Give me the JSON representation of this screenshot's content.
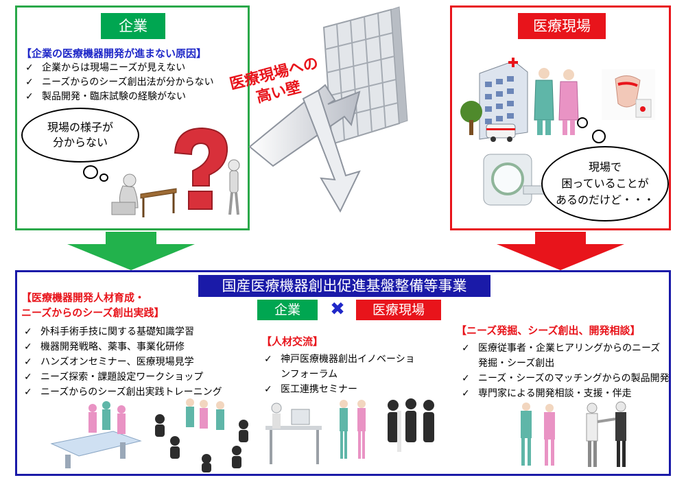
{
  "left_box": {
    "tag": "企業",
    "heading": "【企業の医療機器開発が進まない原因】",
    "items": [
      "企業からは現場ニーズが見えない",
      "ニーズからのシーズ創出法が分からない",
      "製品開発・臨床試験の経験がない"
    ],
    "bubble": "現場の様子が\n分からない"
  },
  "wall_label": "医療現場への\n高い壁",
  "right_box": {
    "tag": "医療現場",
    "bubble": "現場で\n困っていることが\nあるのだけど・・・"
  },
  "bottom": {
    "title": "国産医療機器創出促進基盤整備等事業",
    "tag_company": "企業",
    "cross": "✖",
    "tag_medical": "医療現場",
    "col1": {
      "heading": "【医療機器開発人材育成・\nニーズからのシーズ創出実践】",
      "items": [
        "外科手術手技に関する基礎知識学習",
        "機器開発戦略、薬事、事業化研修",
        "ハンズオンセミナー、医療現場見学",
        "ニーズ探索・課題設定ワークショップ",
        "ニーズからのシーズ創出実践トレーニング"
      ]
    },
    "col2": {
      "heading": "【人材交流】",
      "item1_line1": "神戸医療機器創出イノベーショ",
      "item1_line2": "ンフォーラム",
      "item2": "医工連携セミナー"
    },
    "col3": {
      "heading": "【ニーズ発掘、シーズ創出、開発相談】",
      "item1_line1": "医療従事者・企業ヒアリングからのニーズ",
      "item1_line2": "発掘・シーズ創出",
      "item2": "ニーズ・シーズのマッチングからの製品開発",
      "item3": "専門家による開発相談・支援・伴走"
    }
  },
  "colors": {
    "green": "#00A651",
    "red": "#E8141B",
    "blue": "#1A1AA8",
    "heading_blue": "#1F28C8",
    "heading_red": "#E8141B"
  },
  "check": "✓"
}
